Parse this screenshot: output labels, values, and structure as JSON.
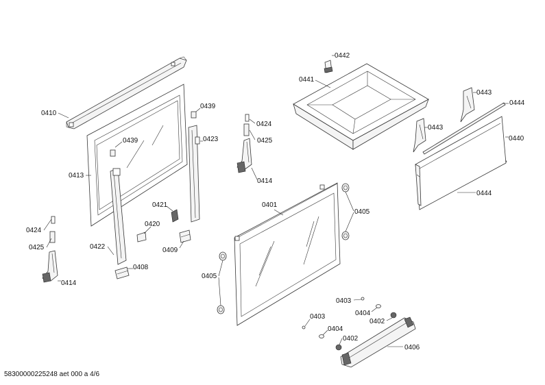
{
  "labels": {
    "l0410": "0410",
    "l0413": "0413",
    "l0439a": "0439",
    "l0439b": "0439",
    "l0423": "0423",
    "l0424a": "0424",
    "l0425a": "0425",
    "l0414a": "0414",
    "l0424b": "0424",
    "l0425b": "0425",
    "l0414b": "0414",
    "l0421": "0421",
    "l0420": "0420",
    "l0422": "0422",
    "l0409": "0409",
    "l0408": "0408",
    "l0401": "0401",
    "l0405a": "0405",
    "l0405b": "0405",
    "l0442": "0442",
    "l0441": "0441",
    "l0443a": "0443",
    "l0443b": "0443",
    "l0444a": "0444",
    "l0444b": "0444",
    "l0440": "0440",
    "l0403a": "0403",
    "l0404a": "0404",
    "l0402a": "0402",
    "l0403b": "0403",
    "l0404b": "0404",
    "l0402b": "0402",
    "l0406": "0406"
  },
  "footer": "58300000225248 aet 000 a 4/6"
}
